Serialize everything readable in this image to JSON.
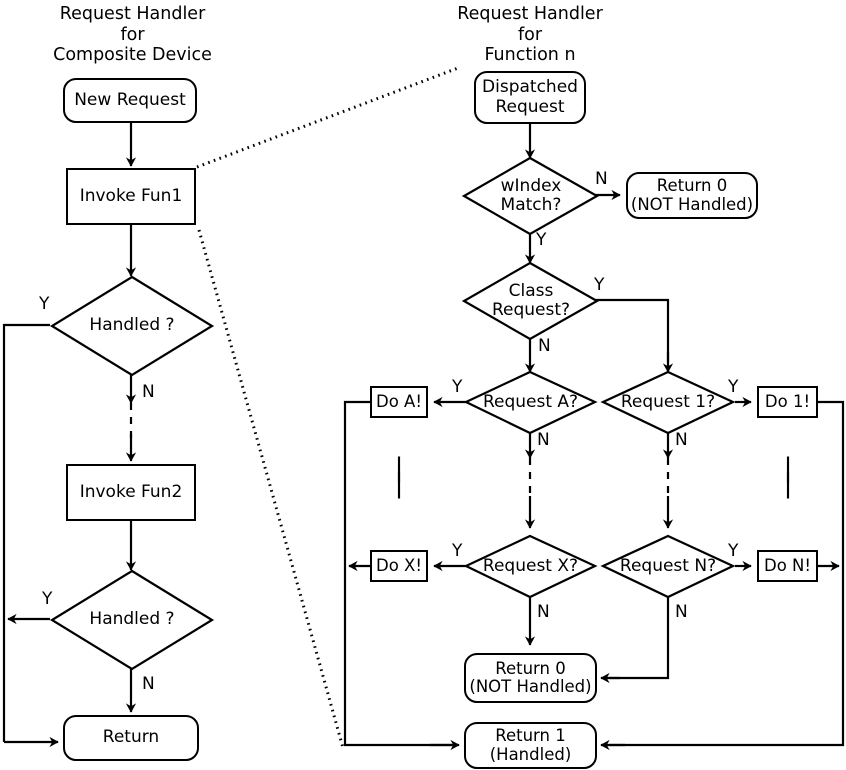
{
  "diagram": {
    "title_left": "Request Handler\nfor\nComposite Device",
    "title_right": "Request Handler\nfor\nFunction n"
  },
  "left_flow": {
    "nodes": [
      {
        "id": "new-request",
        "label": "New Request",
        "shape": "rounded"
      },
      {
        "id": "invoke-fun1",
        "label": "Invoke Fun1",
        "shape": "rect"
      },
      {
        "id": "handled-1",
        "label": "Handled ?",
        "shape": "diamond"
      },
      {
        "id": "invoke-fun2",
        "label": "Invoke Fun2",
        "shape": "rect"
      },
      {
        "id": "handled-2",
        "label": "Handled ?",
        "shape": "diamond"
      },
      {
        "id": "return",
        "label": "Return",
        "shape": "rounded"
      }
    ],
    "edge_labels": {
      "handled1_yes": "Y",
      "handled1_no": "N",
      "handled2_yes": "Y",
      "handled2_no": "N"
    }
  },
  "right_flow": {
    "nodes": [
      {
        "id": "dispatched-request",
        "label": "Dispatched\nRequest",
        "shape": "rounded"
      },
      {
        "id": "windex-match",
        "label": "wIndex\nMatch?",
        "shape": "diamond"
      },
      {
        "id": "return0-top",
        "label": "Return 0\n(NOT Handled)",
        "shape": "rounded"
      },
      {
        "id": "class-request",
        "label": "Class\nRequest?",
        "shape": "diamond"
      },
      {
        "id": "request-a",
        "label": "Request A?",
        "shape": "diamond"
      },
      {
        "id": "request-1",
        "label": "Request 1?",
        "shape": "diamond"
      },
      {
        "id": "request-x",
        "label": "Request X?",
        "shape": "diamond"
      },
      {
        "id": "request-n",
        "label": "Request N?",
        "shape": "diamond"
      },
      {
        "id": "do-a",
        "label": "Do A!",
        "shape": "rect"
      },
      {
        "id": "do-x",
        "label": "Do X!",
        "shape": "rect"
      },
      {
        "id": "do-1",
        "label": "Do 1!",
        "shape": "rect"
      },
      {
        "id": "do-n",
        "label": "Do N!",
        "shape": "rect"
      },
      {
        "id": "return0-bottom",
        "label": "Return 0\n(NOT Handled)",
        "shape": "rounded"
      },
      {
        "id": "return1",
        "label": "Return 1\n(Handled)",
        "shape": "rounded"
      }
    ],
    "edge_labels": {
      "windex_no": "N",
      "windex_yes": "Y",
      "class_yes": "Y",
      "class_no": "N",
      "reqa_yes": "Y",
      "reqa_no": "N",
      "req1_yes": "Y",
      "req1_no": "N",
      "reqx_yes": "Y",
      "reqx_no": "N",
      "reqn_yes": "Y",
      "reqn_no": "N"
    },
    "ellipsis": "|\n|"
  },
  "style": {
    "stroke": "#000000",
    "fill": "#ffffff"
  }
}
